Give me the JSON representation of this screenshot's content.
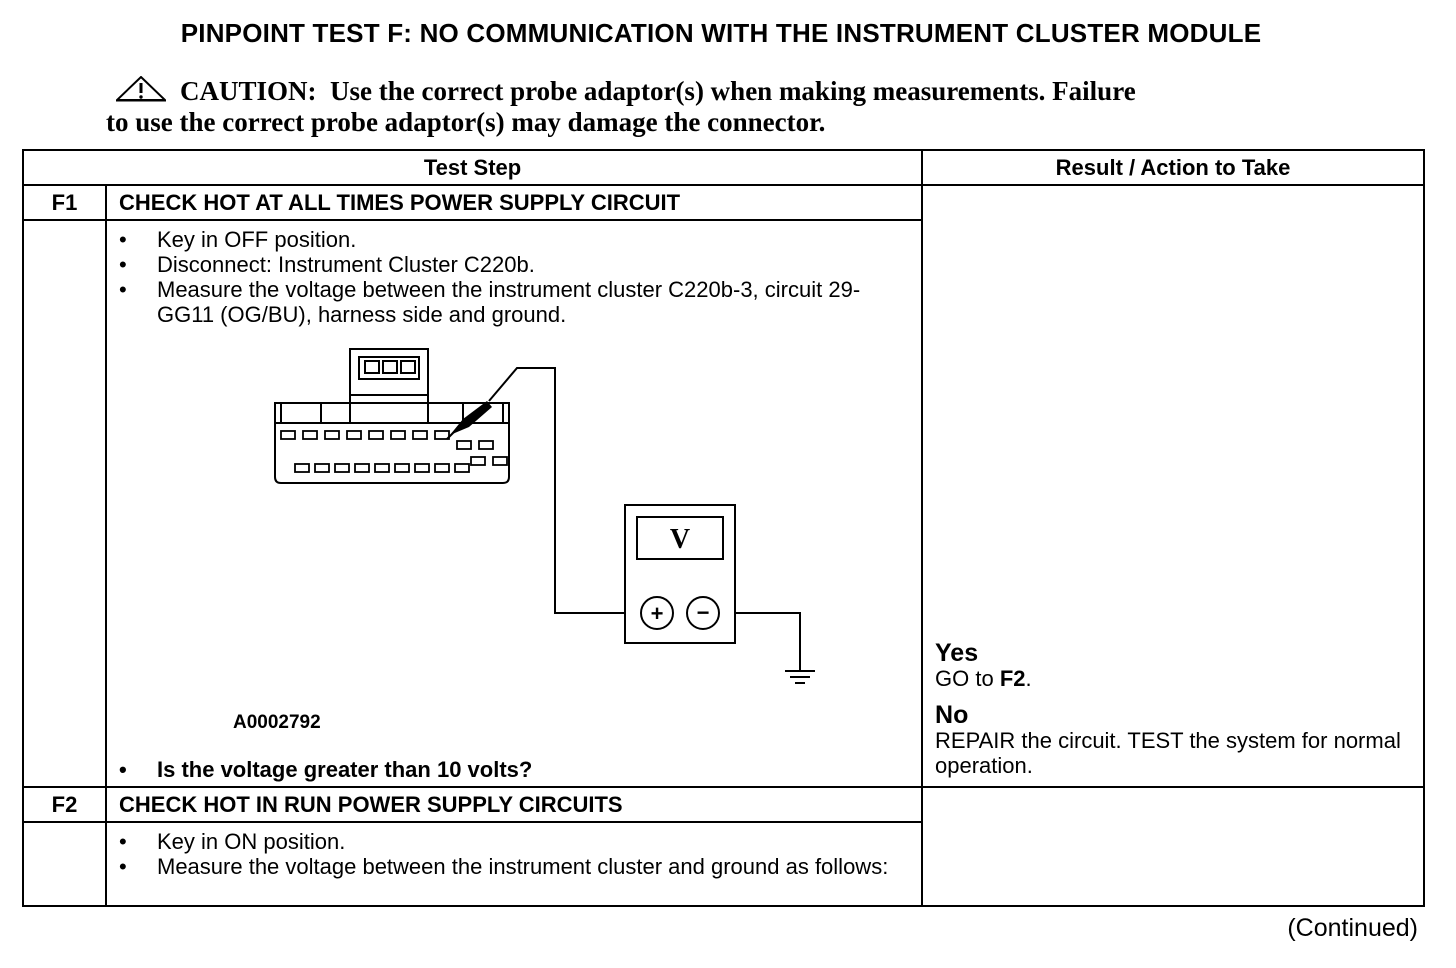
{
  "title": "PINPOINT TEST F: NO COMMUNICATION WITH THE INSTRUMENT CLUSTER MODULE",
  "caution": {
    "label": "CAUTION:",
    "line1": "Use the correct probe adaptor(s) when making measurements. Failure",
    "line2": "to use the correct probe adaptor(s) may damage the connector.",
    "icon": "warning-triangle-icon"
  },
  "table": {
    "header_test_step": "Test Step",
    "header_result": "Result / Action to Take",
    "steps": [
      {
        "id": "F1",
        "title": "CHECK HOT AT ALL TIMES POWER SUPPLY CIRCUIT",
        "bullets": [
          "Key in OFF position.",
          "Disconnect: Instrument Cluster C220b.",
          "Measure the voltage between the instrument cluster C220b-3, circuit 29-GG11 (OG/BU), harness side and ground."
        ],
        "figure": {
          "id": "A0002792",
          "meter_label": "V",
          "plus": "+",
          "minus": "−"
        },
        "question": "Is the voltage greater than 10 volts?",
        "results": [
          {
            "head": "Yes",
            "text_pre": "GO to ",
            "text_bold": "F2",
            "text_post": "."
          },
          {
            "head": "No",
            "text": "REPAIR the circuit. TEST the system for normal operation."
          }
        ]
      },
      {
        "id": "F2",
        "title": "CHECK HOT IN RUN POWER SUPPLY CIRCUITS",
        "bullets": [
          "Key in ON position.",
          "Measure the voltage between the instrument cluster and ground as follows:"
        ]
      }
    ]
  },
  "continued": "(Continued)"
}
